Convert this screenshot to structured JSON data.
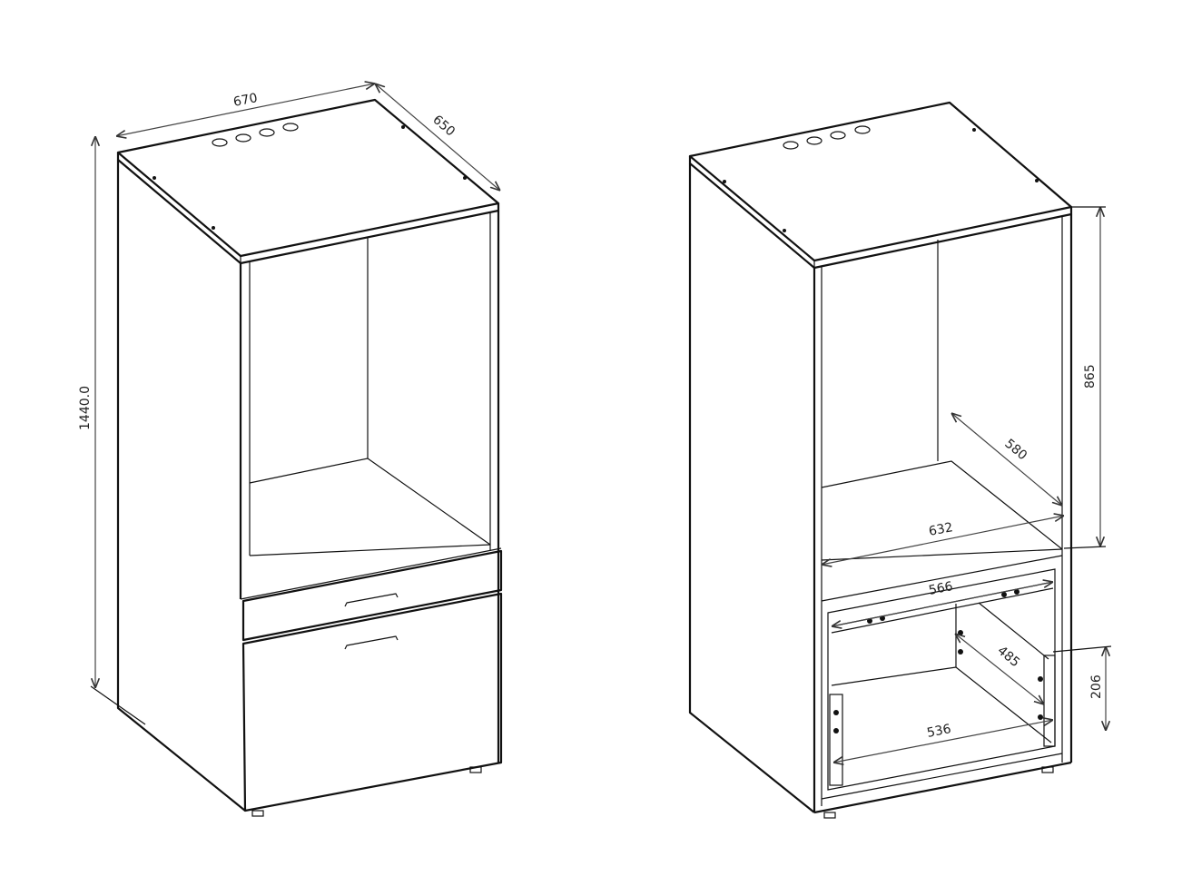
{
  "left_cabinet": {
    "dimensions": {
      "width": "670",
      "depth": "650",
      "height": "1440.0"
    }
  },
  "right_cabinet": {
    "dimensions": {
      "niche_height": "865",
      "niche_depth": "580",
      "niche_width": "632",
      "drawer_rail_width": "566",
      "drawer_depth": "485",
      "drawer_height": "206",
      "drawer_inner_width": "536"
    }
  },
  "colors": {
    "line": "#111111",
    "dimension": "#444444",
    "background": "#ffffff"
  }
}
